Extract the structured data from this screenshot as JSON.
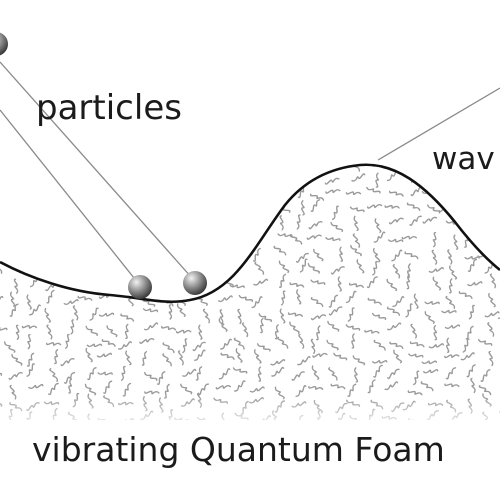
{
  "labels": {
    "particles": "particles",
    "wave": "wav",
    "foam": "vibrating Quantum Foam"
  },
  "icons": {
    "particle": "sphere-icon",
    "foam_texture": "squiggle-texture"
  },
  "colors": {
    "outline": "#111111",
    "pointer": "#8a8a8a",
    "foam": "#9a9a9a",
    "particle_light": "#e6e6e6",
    "particle_dark": "#3c3c3c"
  }
}
